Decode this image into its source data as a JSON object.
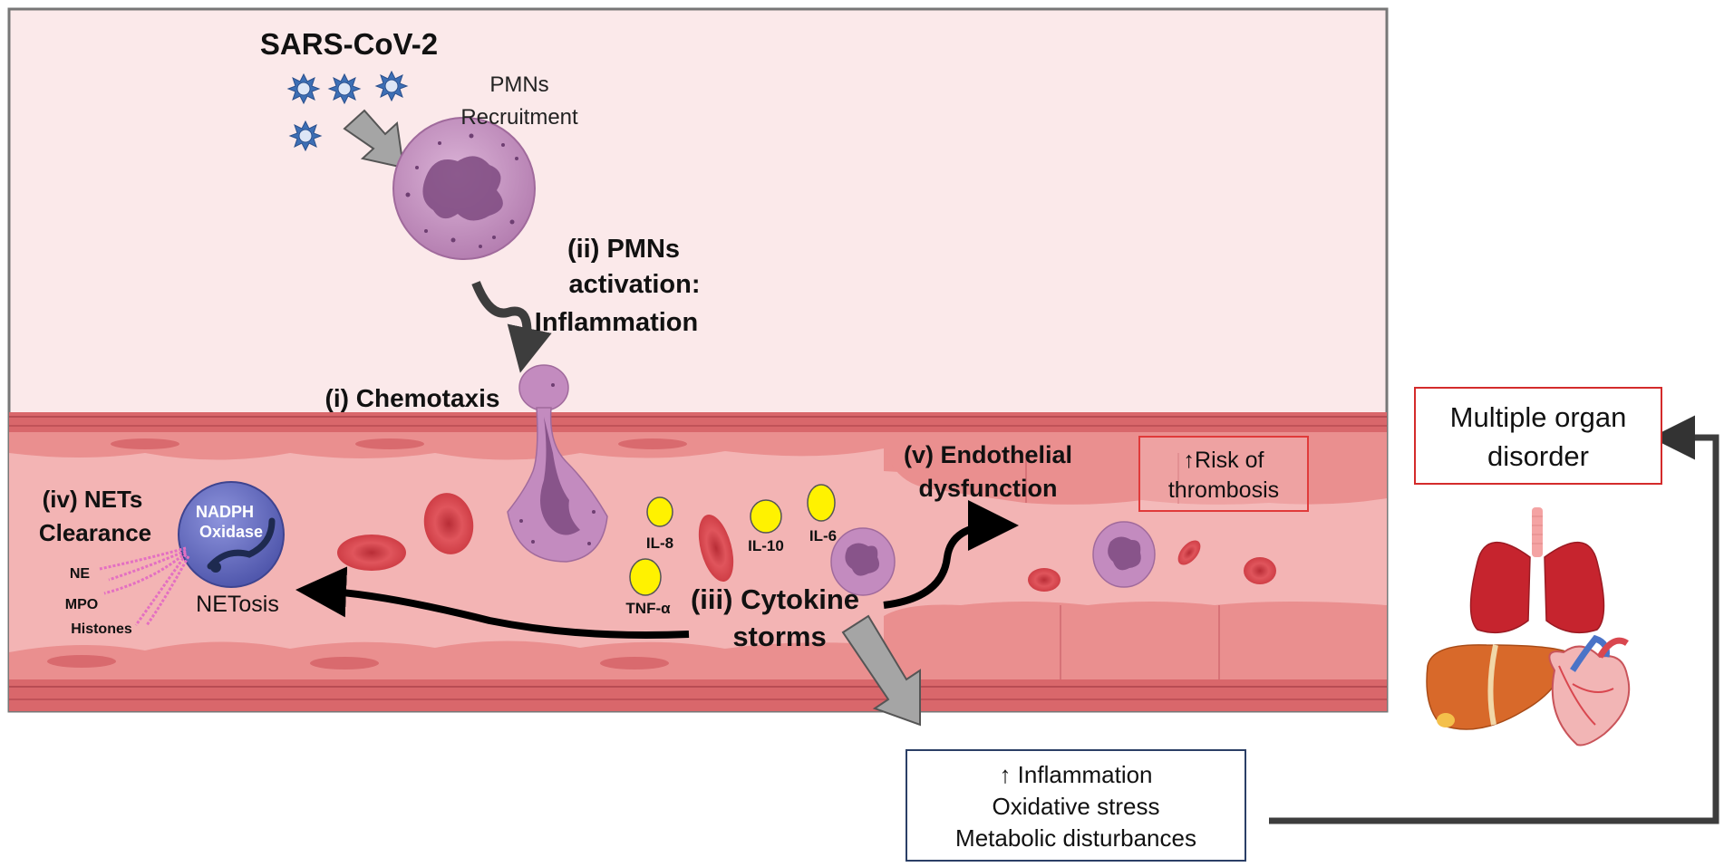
{
  "labels": {
    "virus": "SARS-CoV-2",
    "recruit_line1": "PMNs",
    "recruit_line2": "Recruitment",
    "activation_line1": "(ii) PMNs",
    "activation_line2": "activation:",
    "activation_line3": "Inflammation",
    "chemotaxis": "(i) Chemotaxis",
    "nets_line1": "(iv) NETs",
    "nets_line2": "Clearance",
    "nadph_line1": "NADPH",
    "nadph_line2": "Oxidase",
    "ne": "NE",
    "mpo": "MPO",
    "histones": "Histones",
    "netosis": "NETosis",
    "il8": "IL-8",
    "il10": "IL-10",
    "il6": "IL-6",
    "tnf": "TNF-α",
    "cytokine_line1": "(iii) Cytokine",
    "cytokine_line2": "storms",
    "endo_line1": "(v) Endothelial",
    "endo_line2": "dysfunction",
    "risk_line1": "↑Risk of",
    "risk_line2": "thrombosis",
    "organ_line1": "Multiple organ",
    "organ_line2": "disorder",
    "effects_line1": "↑ Inflammation",
    "effects_line2": "Oxidative stress",
    "effects_line3": "Metabolic disturbances"
  },
  "colors": {
    "lumen": "#fbe9ea",
    "vessel": "#f3b4b4",
    "endothelium": "#ea8f8f",
    "rbc": "#d9474f",
    "neutrophil": "#c38bbf",
    "cytokine": "#fff200",
    "virus": "#3d6fb5",
    "nadph": "#6a71c2",
    "risk_border": "#e03a3a",
    "organ_border": "#d42b2b",
    "effects_border": "#2b3f66"
  },
  "icons": [
    "virus-icon",
    "neutrophil-icon",
    "red-blood-cell-icon",
    "cytokine-icon",
    "lungs-icon",
    "liver-icon",
    "heart-icon"
  ]
}
